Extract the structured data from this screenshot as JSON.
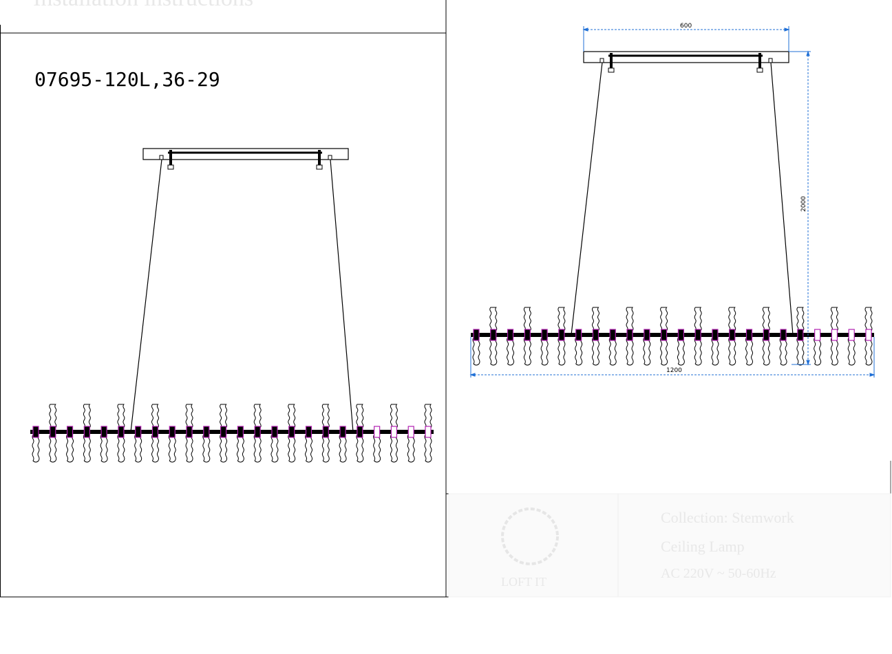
{
  "header": {
    "title": "Installation instructions",
    "model": "07695-120L,36-29"
  },
  "dimensions": {
    "canopy_width": "600",
    "drop_height": "2000",
    "fixture_length": "1200"
  },
  "footer": {
    "logo_text": "LOFT IT",
    "collection": "Collection: Stemwork",
    "category": "Ceiling Lamp",
    "power": "AC 220V ~ 50-60Hz"
  },
  "colors": {
    "line": "#000000",
    "dimension": "#1f6fd6",
    "accent": "#b01fb0",
    "ghost": "#e8e8e8"
  }
}
